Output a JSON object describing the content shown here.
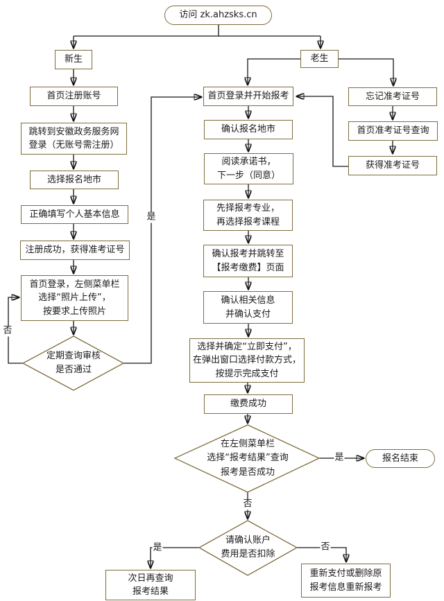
{
  "nodes": {
    "start": "访问 zk.ahzsks.cn",
    "new_student": "新生",
    "old_student": "老生",
    "register_account": "首页注册账号",
    "gov_login": "跳转到安徽政务服务网\n登录（无账号需注册）",
    "select_city": "选择报名地市",
    "fill_info": "正确填写个人基本信息",
    "register_success": "注册成功，获得准考证号",
    "photo_upload": "首页登录，左侧菜单栏\n选择“照片上传”，\n按要求上传照片",
    "audit_check": "定期查询审核\n是否通过",
    "login_apply": "首页登录并开始报考",
    "confirm_city": "确认报名地市",
    "read_commitment": "阅读承诺书，\n下一步（同意）",
    "choose_major": "先择报考专业，\n再选择报考课程",
    "confirm_apply": "确认报考并跳转至\n【报考缴费】页面",
    "confirm_pay_info": "确认相关信息\n并确认支付",
    "pay_now": "选择并确定“立即支付”，\n在弹出窗口选择付款方式，\n按提示完成支付",
    "pay_success": "缴费成功",
    "result_check": "在左侧菜单栏\n选择“报考结果”查询\n报考是否成功",
    "finish": "报名结束",
    "fee_check": "请确认账户\n费用是否扣除",
    "next_day_query": "次日再查询\n报考结果",
    "repay": "重新支付或删除原\n报考信息重新报考",
    "forgot_id": "忘记准考证号",
    "id_query": "首页准考证号查询",
    "got_id": "获得准考证号"
  },
  "edge_labels": {
    "yes": "是",
    "no": "否"
  },
  "colors": {
    "border": "#7d6b3a",
    "line": "#141414",
    "text": "#1a1a1a",
    "background": "#ffffff"
  }
}
